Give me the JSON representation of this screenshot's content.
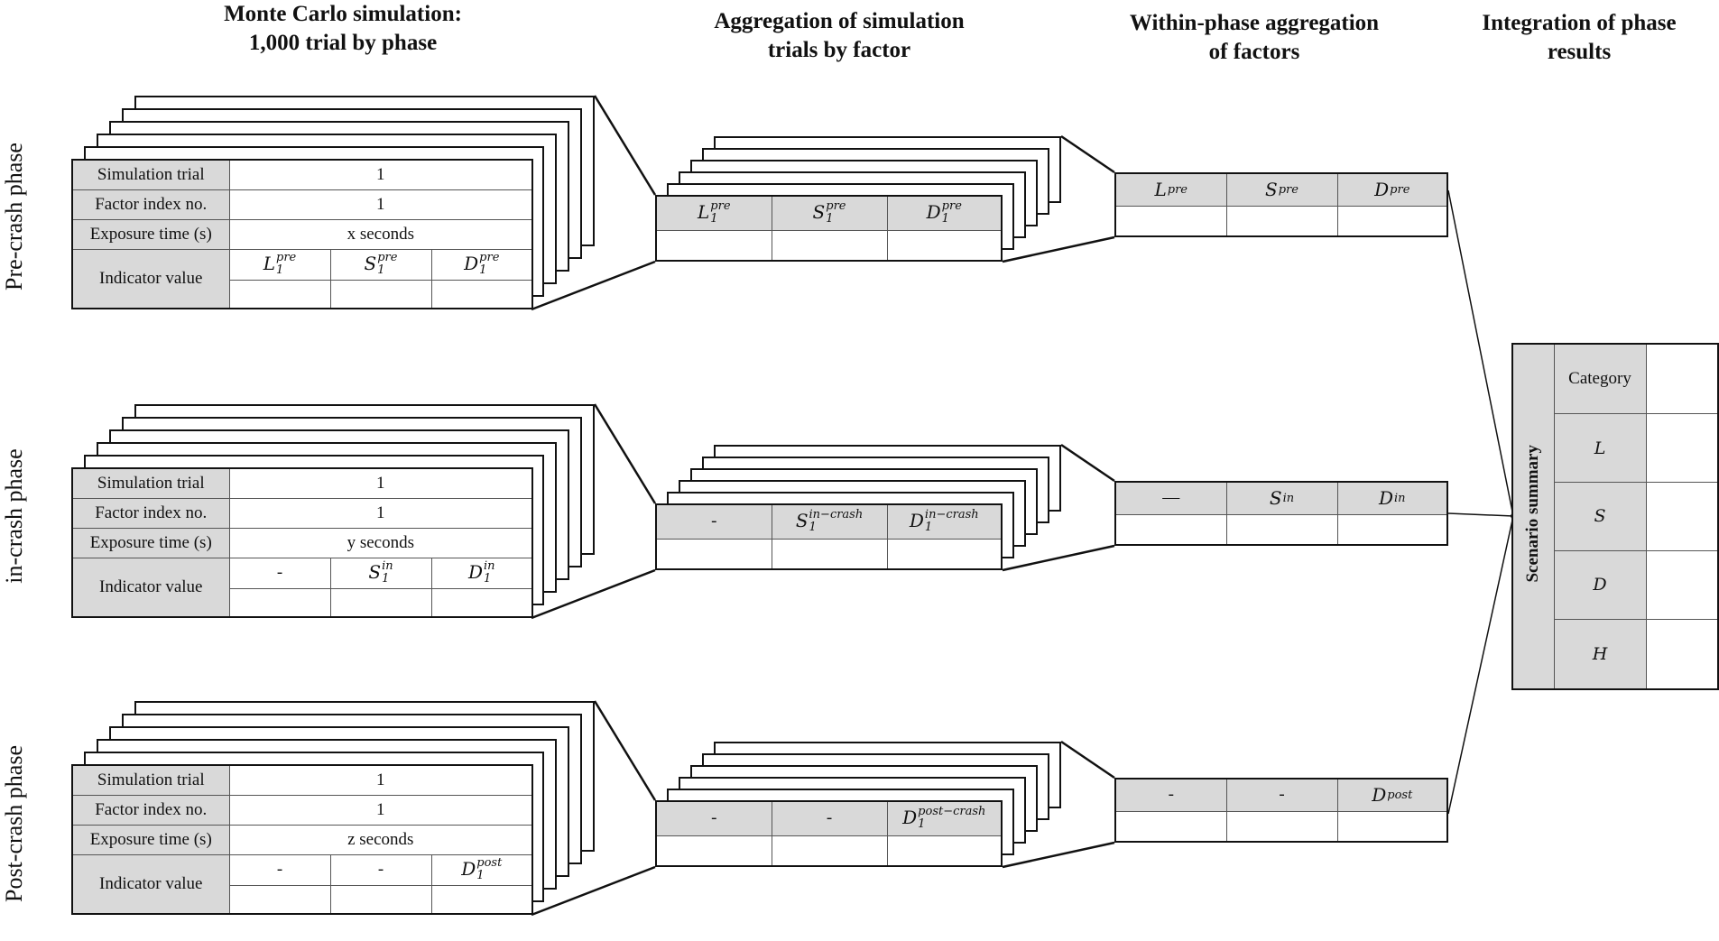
{
  "columns": [
    {
      "line1": "Monte Carlo simulation:",
      "line2": "1,000 trial by phase"
    },
    {
      "line1": "Aggregation of simulation",
      "line2": "trials by factor"
    },
    {
      "line1": "Within-phase aggregation",
      "line2": "of factors"
    },
    {
      "line1": "Integration of phase",
      "line2": "results"
    }
  ],
  "phases": [
    {
      "label": "Pre-crash phase",
      "sim": {
        "trial_label": "Simulation trial",
        "trial_value": "1",
        "factor_label": "Factor index no.",
        "factor_value": "1",
        "exposure_label": "Exposure time (s)",
        "exposure_value": "x seconds",
        "indicator_label": "Indicator value"
      },
      "sim_ind": [
        {
          "v": "L",
          "sup": "pre",
          "sub": "1"
        },
        {
          "v": "S",
          "sup": "pre",
          "sub": "1"
        },
        {
          "v": "D",
          "sup": "pre",
          "sub": "1"
        }
      ],
      "agg": [
        {
          "v": "L",
          "sup": "pre",
          "sub": "1"
        },
        {
          "v": "S",
          "sup": "pre",
          "sub": "1"
        },
        {
          "v": "D",
          "sup": "pre",
          "sub": "1"
        }
      ],
      "within": [
        {
          "v": "L",
          "sup": "pre"
        },
        {
          "v": "S",
          "sup": "pre"
        },
        {
          "v": "D",
          "sup": "pre"
        }
      ]
    },
    {
      "label": "in-crash phase",
      "sim": {
        "trial_label": "Simulation trial",
        "trial_value": "1",
        "factor_label": "Factor index no.",
        "factor_value": "1",
        "exposure_label": "Exposure time (s)",
        "exposure_value": "y seconds",
        "indicator_label": "Indicator value"
      },
      "sim_ind": [
        {
          "v": "-"
        },
        {
          "v": "S",
          "sup": "in",
          "sub": "1"
        },
        {
          "v": "D",
          "sup": "in",
          "sub": "1"
        }
      ],
      "agg": [
        {
          "v": "-"
        },
        {
          "v": "S",
          "sup": "in−crash",
          "sub": "1"
        },
        {
          "v": "D",
          "sup": "in−crash",
          "sub": "1"
        }
      ],
      "within": [
        {
          "v": "—"
        },
        {
          "v": "S",
          "sup": "in"
        },
        {
          "v": "D",
          "sup": "in"
        }
      ]
    },
    {
      "label": "Post-crash phase",
      "sim": {
        "trial_label": "Simulation trial",
        "trial_value": "1",
        "factor_label": "Factor index no.",
        "factor_value": "1",
        "exposure_label": "Exposure time (s)",
        "exposure_value": "z seconds",
        "indicator_label": "Indicator value"
      },
      "sim_ind": [
        {
          "v": "-"
        },
        {
          "v": "-"
        },
        {
          "v": "D",
          "sup": "post",
          "sub": "1"
        }
      ],
      "agg": [
        {
          "v": "-"
        },
        {
          "v": "-"
        },
        {
          "v": "D",
          "sup": "post−crash",
          "sub": "1"
        }
      ],
      "within": [
        {
          "v": "-"
        },
        {
          "v": "-"
        },
        {
          "v": "D",
          "sup": "post"
        }
      ]
    }
  ],
  "summary": {
    "title": "Scenario summary",
    "rows": [
      {
        "label": "Category",
        "italic": false
      },
      {
        "label": "L",
        "italic": true
      },
      {
        "label": "S",
        "italic": true
      },
      {
        "label": "D",
        "italic": true
      },
      {
        "label": "H",
        "italic": true
      }
    ]
  }
}
